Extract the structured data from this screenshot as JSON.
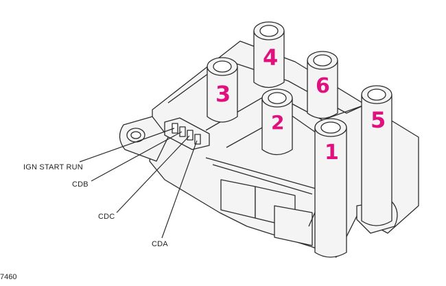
{
  "diagram": {
    "callouts": {
      "ign_start_run": "IGN START RUN",
      "cdb": "CDB",
      "cdc": "CDC",
      "cda": "CDA"
    },
    "figure_code": "7460",
    "tower_labels": [
      "1",
      "2",
      "3",
      "4",
      "5",
      "6"
    ],
    "colors": {
      "line_art": "#2b2b2b",
      "body_fill": "#f4f4f4",
      "annotation": "#e0117f"
    }
  }
}
